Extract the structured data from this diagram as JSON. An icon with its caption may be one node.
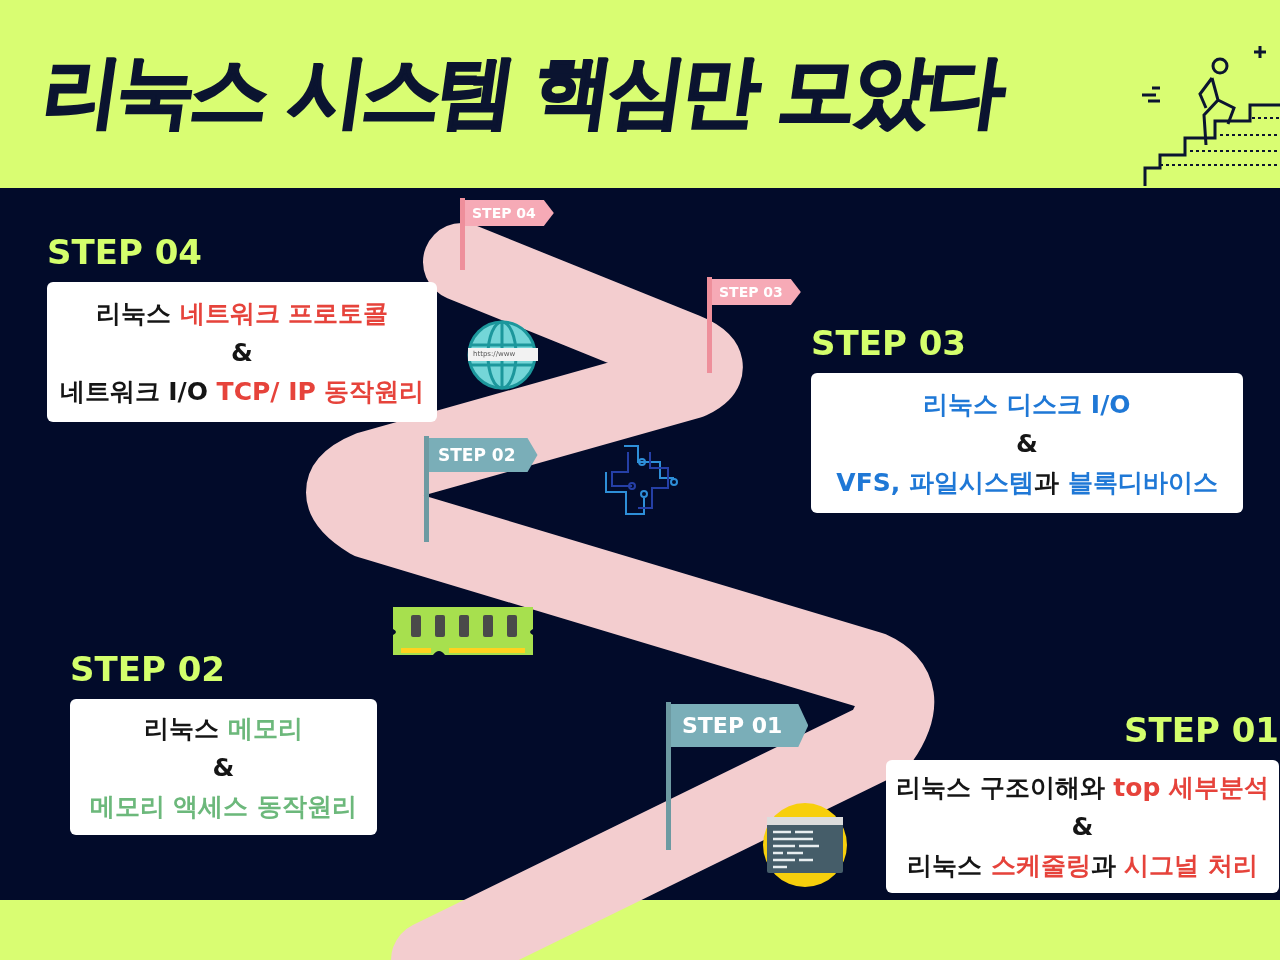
{
  "diagram": {
    "title": "리눅스 시스템 핵심만 모았다",
    "nodes": [
      {
        "text": [
          "STEP 04"
        ]
      },
      {
        "text": [
          "STEP 04",
          "리눅스 **네트워크 프로토콜**",
          "&",
          "네트워크 I/O **TCP/ IP 동작원리**"
        ]
      },
      {
        "text": [
          "STEP 03"
        ]
      },
      {
        "text": [
          "STEP 03",
          "**리눅스 디스크 I/O**",
          "&",
          "**VFS, 파일시스템**과 **블록디바이스**"
        ]
      },
      {
        "text": [
          "STEP 02"
        ]
      },
      {
        "text": [
          "STEP 02",
          "리눅스 **메모리**",
          "&",
          "**메모리 액세스 동작원리**"
        ]
      },
      {
        "text": [
          "STEP 01"
        ]
      },
      {
        "text": [
          "STEP 01",
          "리눅스 구조이해와 **top 세부분석**",
          "&",
          "리눅스 **스케줄링**과 **시그널 처리**"
        ]
      }
    ],
    "labels": [
      "https://www"
    ]
  }
}
